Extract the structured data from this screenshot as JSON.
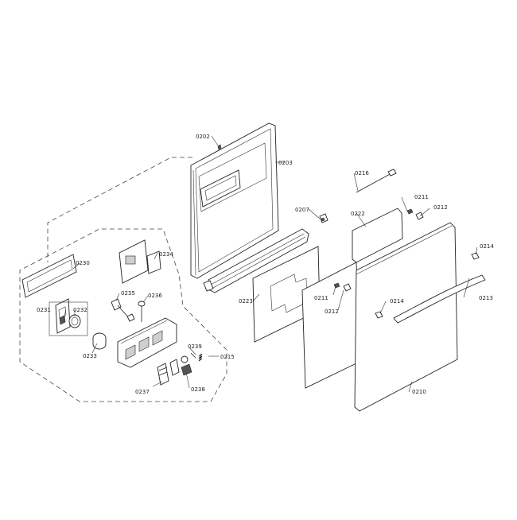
{
  "diagram": {
    "labels": {
      "p0202": "0202",
      "p0203": "0203",
      "p0207": "0207",
      "p0210": "0210",
      "p0211a": "0211",
      "p0211b": "0211",
      "p0212a": "0212",
      "p0212b": "0212",
      "p0213": "0213",
      "p0214a": "0214",
      "p0214b": "0214",
      "p0215": "0215",
      "p0216": "0216",
      "p0222": "0222",
      "p0223": "0223",
      "p0230": "0230",
      "p0231": "0231",
      "p0232": "0232",
      "p0233": "0233",
      "p0234": "0234",
      "p0235": "0235",
      "p0236": "0236",
      "p0237": "0237",
      "p0238": "0238",
      "p0239": "0239"
    }
  }
}
